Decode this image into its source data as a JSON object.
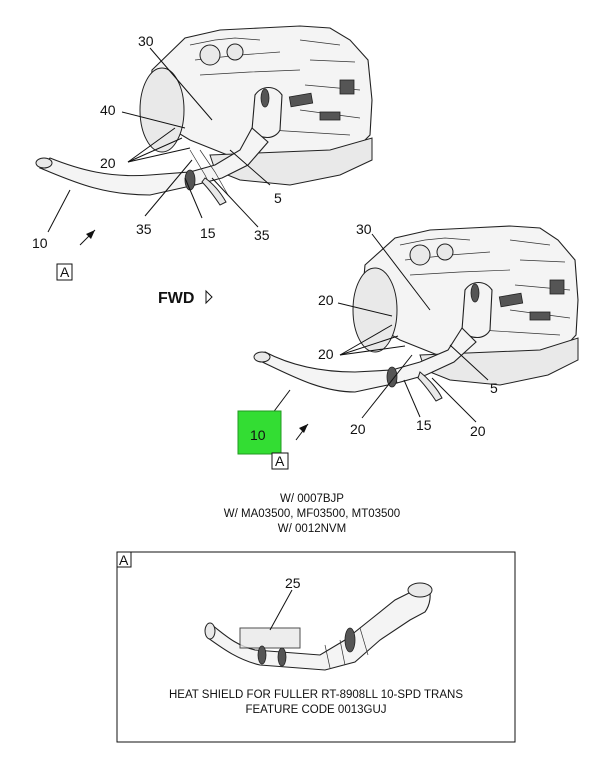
{
  "callouts_upper": {
    "c30": "30",
    "c40": "40",
    "c20": "20",
    "c5": "5",
    "c10": "10",
    "c35a": "35",
    "c15": "15",
    "c35b": "35",
    "view_a": "A"
  },
  "callouts_lower": {
    "c30": "30",
    "c20a": "20",
    "c20b": "20",
    "c5": "5",
    "c10": "10",
    "c20c": "20",
    "c15": "15",
    "c20d": "20",
    "view_a": "A"
  },
  "fwd_label": "FWD",
  "notes": {
    "line1": "W/ 0007BJP",
    "line2": "W/ MA03500, MF03500, MT03500",
    "line3": "W/ 0012NVM"
  },
  "detail_view": {
    "label": "A",
    "callout": "25",
    "caption_line1": "HEAT SHIELD FOR FULLER RT-8908LL 10-SPD TRANS",
    "caption_line2": "FEATURE CODE 0013GUJ"
  },
  "colors": {
    "highlight": "#33dd33"
  }
}
